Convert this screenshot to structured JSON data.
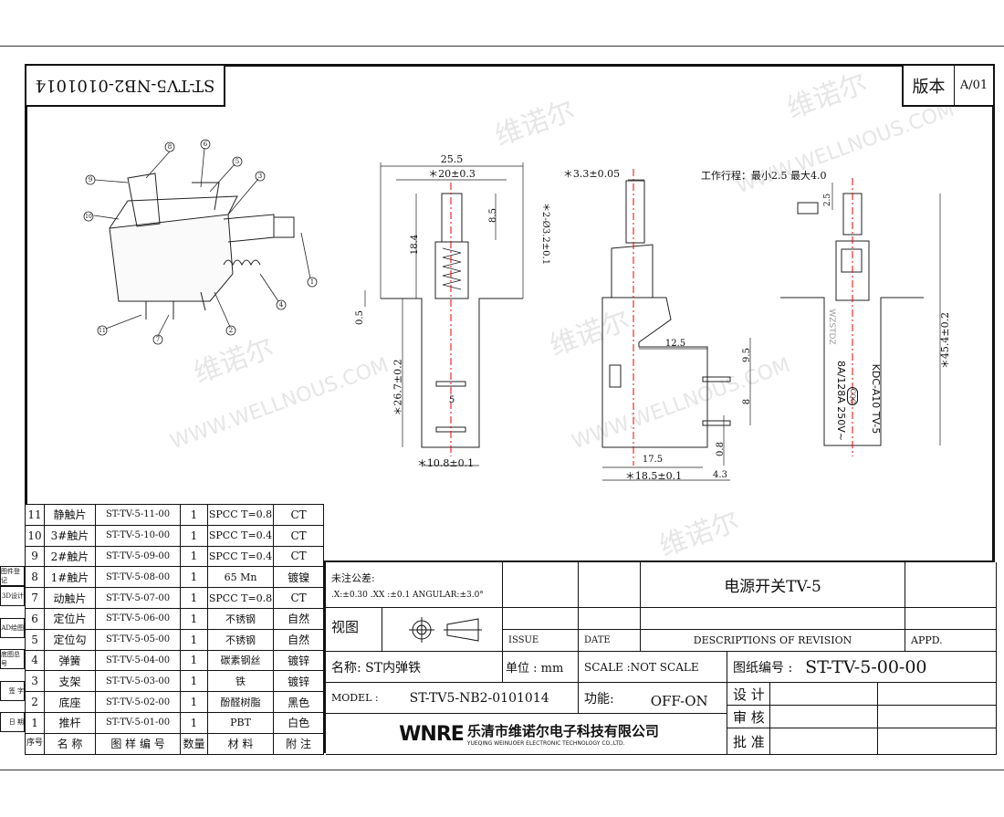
{
  "header": {
    "drawing_code_mirrored": "ST-TV5-NB2-0101014",
    "version_label": "版本",
    "version_value": "A/01"
  },
  "watermark": {
    "cn": "维诺尔",
    "en": "WWW.WELLNOUS.COM"
  },
  "views": {
    "front": {
      "dims": [
        "25.5",
        "＊20±0.3",
        "8.5",
        "18.4",
        "＊2-Ø3.2±0.1",
        "0.5",
        "＊26.7±0.2",
        "5",
        "＊10.8±0.1"
      ]
    },
    "side": {
      "dims": [
        "＊3.3±0.05",
        "12.5",
        "9.5",
        "8",
        "0.8",
        "17.5",
        "＊18.5±0.1",
        "4.3"
      ]
    },
    "rear": {
      "travel_note": "工作行程：最小2.5  最大4.0",
      "dims": [
        "2.5",
        "＊45.4±0.2"
      ],
      "markings": [
        "WZSTDZ",
        "KDC-A10 TV-5",
        "8A/128A 250V~",
        "CQC"
      ]
    },
    "callouts": [
      "1",
      "2",
      "3",
      "4",
      "5",
      "6",
      "7",
      "8",
      "9",
      "10",
      "11"
    ]
  },
  "bom": {
    "rows": [
      {
        "no": "11",
        "name": "静触片",
        "code": "ST-TV-5-11-00",
        "qty": "1",
        "material": "SPCC T=0.8",
        "note": "CT"
      },
      {
        "no": "10",
        "name": "3#触片",
        "code": "ST-TV-5-10-00",
        "qty": "1",
        "material": "SPCC T=0.4",
        "note": "CT"
      },
      {
        "no": "9",
        "name": "2#触片",
        "code": "ST-TV-5-09-00",
        "qty": "1",
        "material": "SPCC T=0.4",
        "note": "CT"
      },
      {
        "no": "8",
        "name": "1#触片",
        "code": "ST-TV-5-08-00",
        "qty": "1",
        "material": "65  Mn",
        "note": "镀镍"
      },
      {
        "no": "7",
        "name": "动触片",
        "code": "ST-TV-5-07-00",
        "qty": "1",
        "material": "SPCC T=0.8",
        "note": "CT"
      },
      {
        "no": "6",
        "name": "定位片",
        "code": "ST-TV-5-06-00",
        "qty": "1",
        "material": "不锈钢",
        "note": "自然"
      },
      {
        "no": "5",
        "name": "定位勾",
        "code": "ST-TV-5-05-00",
        "qty": "1",
        "material": "不锈钢",
        "note": "自然"
      },
      {
        "no": "4",
        "name": "弹簧",
        "code": "ST-TV-5-04-00",
        "qty": "1",
        "material": "碳素钢丝",
        "note": "镀锌"
      },
      {
        "no": "3",
        "name": "支架",
        "code": "ST-TV-5-03-00",
        "qty": "1",
        "material": "铁",
        "note": "镀锌"
      },
      {
        "no": "2",
        "name": "底座",
        "code": "ST-TV-5-02-00",
        "qty": "1",
        "material": "酚醛树脂",
        "note": "黑色"
      },
      {
        "no": "1",
        "name": "推杆",
        "code": "ST-TV-5-01-00",
        "qty": "1",
        "material": "PBT",
        "note": "白色"
      }
    ],
    "header": {
      "no": "序号",
      "name": "名  称",
      "code": "图 样 编 号",
      "qty": "数量",
      "material": "材  料",
      "note": "附 注"
    }
  },
  "side_labels": [
    "图件登记",
    "3D设计",
    "AD绘图",
    "底图总号",
    "签  字",
    "日  期"
  ],
  "title_block": {
    "tolerance_title": "未注公差:",
    "tolerance_values": ".X:±0.30   .XX :±0.1   ANGULAR:±3.0°",
    "view_label": "视图",
    "title": "电源开关TV-5",
    "rev_headers": {
      "issue": "ISSUE",
      "date": "DATE",
      "desc": "DESCRIPTIONS OF REVISION",
      "appd": "APPD."
    },
    "name": "名称: ST内弹铁",
    "unit": "单位 : mm",
    "scale": "SCALE  :NOT SCALE",
    "drawing_no_label": "图纸编号  :",
    "drawing_no": "ST-TV-5-00-00",
    "model_label": "MODEL  :",
    "model": "ST-TV5-NB2-0101014",
    "function_label": "功能:",
    "function": "OFF-ON",
    "design": "设 计",
    "review": "审 核",
    "approve": "批 准",
    "company_logo": "WNRE",
    "company_cn": "乐清市维诺尔电子科技有限公司",
    "company_en": "YUEQING WEINUOER ELECTRONIC TECHNOLOGY CO.,LTD."
  }
}
